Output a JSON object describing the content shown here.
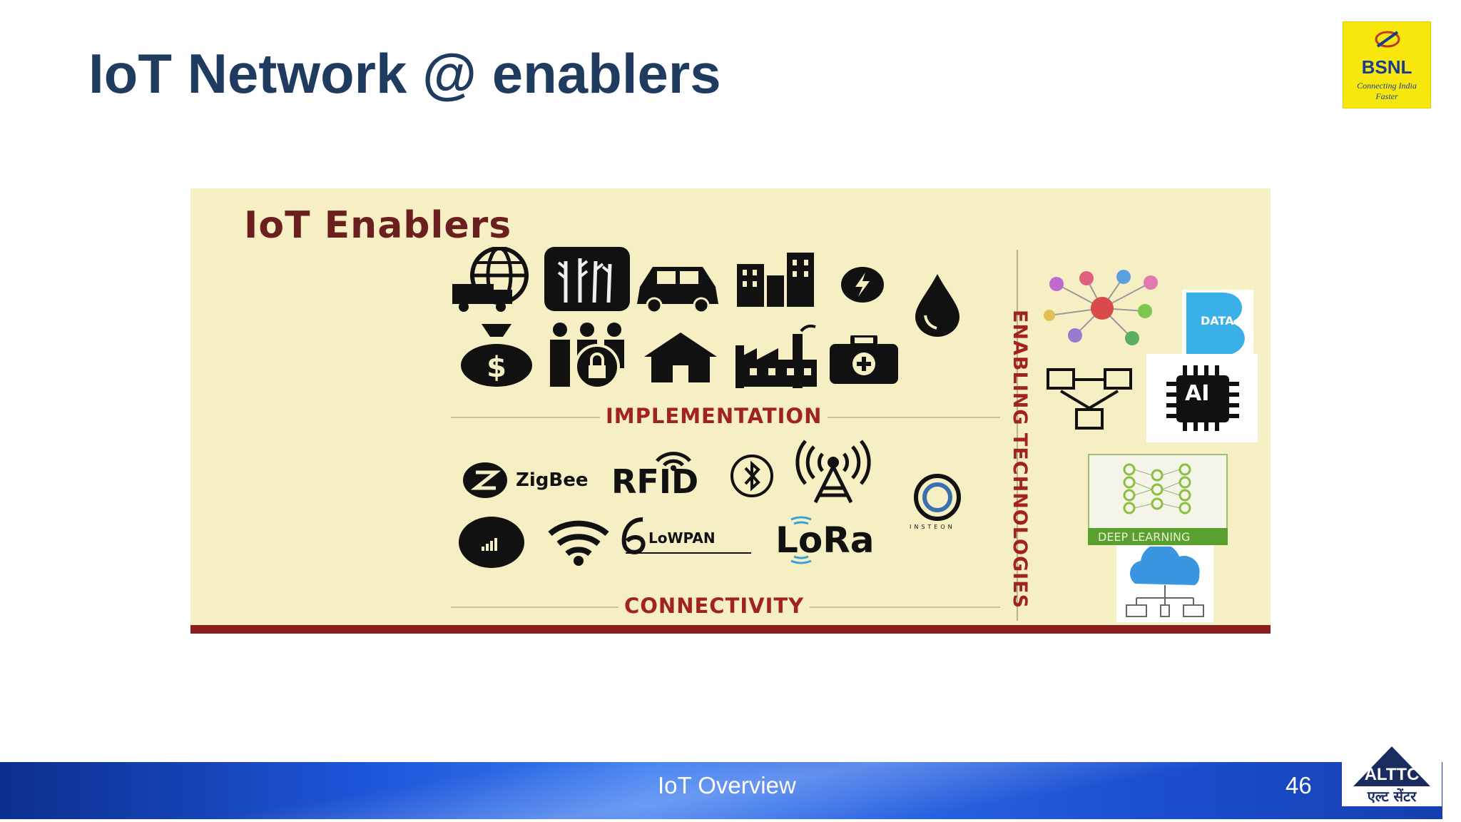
{
  "slide": {
    "title": "IoT Network @ enablers",
    "footer_title": "IoT Overview",
    "page_number": "46"
  },
  "logos": {
    "bsnl_name": "BSNL",
    "bsnl_tagline": "Connecting India Faster",
    "altc_name": "ALTTC",
    "altc_hindi": "एल्ट सेंटर"
  },
  "figure": {
    "title": "IoT Enablers",
    "implementation_label": "IMPLEMENTATION",
    "connectivity_label": "CONNECTIVITY",
    "enabling_label": "ENABLING TECHNOLOGIES",
    "protocols": {
      "zigbee": "ZigBee",
      "rfid": "RFID",
      "lowpan": "LoWPAN",
      "lora": "LoRa",
      "insteon": "INSTEON"
    },
    "tech": {
      "big_data": "DATA",
      "ai": "AI",
      "deep_learning": "DEEP LEARNING"
    },
    "colors": {
      "panel_bg": "#f6efc3",
      "accent_red": "#a12222",
      "title_navy": "#1f3b5f"
    }
  }
}
